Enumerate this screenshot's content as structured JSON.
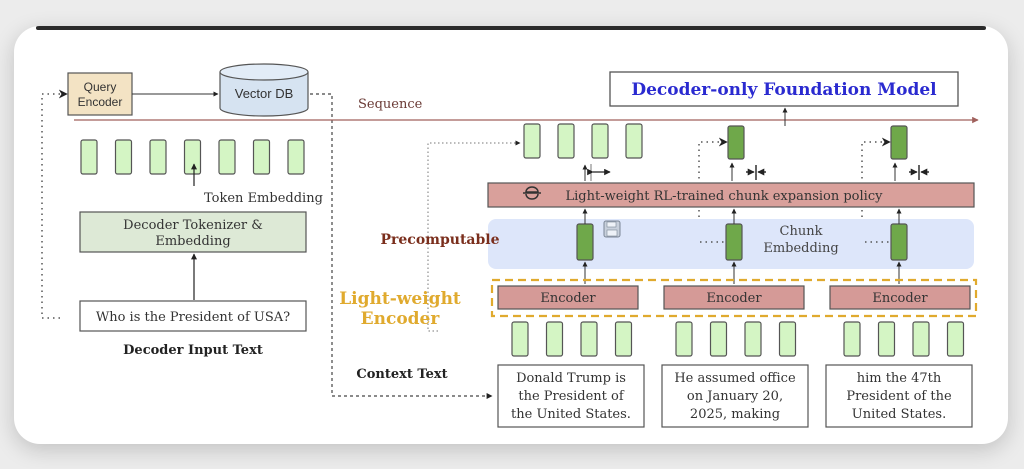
{
  "query_encoder": {
    "line1": "Query",
    "line2": "Encoder"
  },
  "vector_db": {
    "label": "Vector DB"
  },
  "sequence_label": "Sequence",
  "foundation_model": {
    "label": "Decoder-only Foundation Model",
    "color": "#2a2ad0"
  },
  "token_embedding_label": "Token Embedding",
  "decoder_tokenizer": {
    "line1": "Decoder Tokenizer &",
    "line2": "Embedding"
  },
  "decoder_input": {
    "text": "Who is the President of USA?",
    "caption": "Decoder Input Text"
  },
  "policy_bar": {
    "label": "Light-weight RL-trained chunk expansion policy",
    "icon": "robot-icon"
  },
  "precomputable_label": "Precomputable",
  "chunk_embedding": {
    "line1": "Chunk",
    "line2": "Embedding"
  },
  "lightweight_encoder": {
    "line1": "Light-weight",
    "line2": "Encoder",
    "color": "#e0aa2e"
  },
  "encoders": [
    {
      "label": "Encoder"
    },
    {
      "label": "Encoder"
    },
    {
      "label": "Encoder"
    }
  ],
  "context_text_label": "Context Text",
  "context_chunks": [
    {
      "lines": [
        "Donald Trump is",
        "the President of",
        "the United States."
      ]
    },
    {
      "lines": [
        "He assumed office",
        "on January 20,",
        "2025, making"
      ]
    },
    {
      "lines": [
        "him the 47th",
        "President of the",
        "United States."
      ]
    }
  ],
  "colors": {
    "token_light": "#d4f5c4",
    "token_dark": "#6fa84a",
    "encoder_fill": "#d59a97",
    "policy_fill": "#d9a09b",
    "precompute_band": "#dde6fa",
    "query_fill": "#f3e3c4",
    "vectordb_fill": "#d6e3f1",
    "tokenizer_fill": "#dde9d6",
    "sequence_line": "#a0605c",
    "precomputable_text": "#7a2e1c"
  }
}
